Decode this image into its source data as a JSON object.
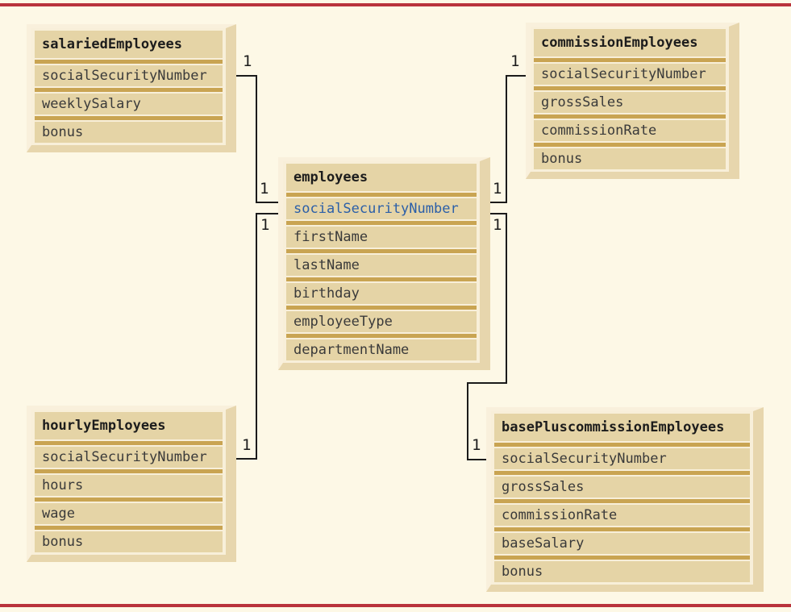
{
  "figure": {
    "type": "database-entity-relationship-diagram",
    "colors": {
      "page_background": "#fdf8e6",
      "rule_red": "#b9333c",
      "table_border_cream": "#f8efd9",
      "table_bevel_shadow": "#e7d6ad",
      "row_tan": "#e5d4a6",
      "separator_gold": "#c9a452",
      "text_dark": "#3a3a3a",
      "primary_key_blue": "#2b5fa8",
      "connector_line": "#1b1b1b"
    }
  },
  "tables": [
    {
      "title": "salariedEmployees",
      "fields": [
        "socialSecurityNumber",
        "weeklySalary",
        "bonus"
      ]
    },
    {
      "title": "commissionEmployees",
      "fields": [
        "socialSecurityNumber",
        "grossSales",
        "commissionRate",
        "bonus"
      ]
    },
    {
      "title": "employees",
      "fields": [
        "socialSecurityNumber",
        "firstName",
        "lastName",
        "birthday",
        "employeeType",
        "departmentName"
      ],
      "primary_key": "socialSecurityNumber"
    },
    {
      "title": "hourlyEmployees",
      "fields": [
        "socialSecurityNumber",
        "hours",
        "wage",
        "bonus"
      ]
    },
    {
      "title": "basePluscommissionEmployees",
      "fields": [
        "socialSecurityNumber",
        "grossSales",
        "commissionRate",
        "baseSalary",
        "bonus"
      ]
    }
  ],
  "connectors": {
    "relationships": [
      "salariedEmployees.socialSecurityNumber 1:1 employees.socialSecurityNumber",
      "commissionEmployees.socialSecurityNumber 1:1 employees.socialSecurityNumber",
      "hourlyEmployees.socialSecurityNumber 1:1 employees.socialSecurityNumber",
      "basePluscommissionEmployees.socialSecurityNumber 1:1 employees.socialSecurityNumber"
    ],
    "multiplicity_labels": [
      "1",
      "1",
      "1",
      "1",
      "1",
      "1",
      "1",
      "1"
    ]
  }
}
